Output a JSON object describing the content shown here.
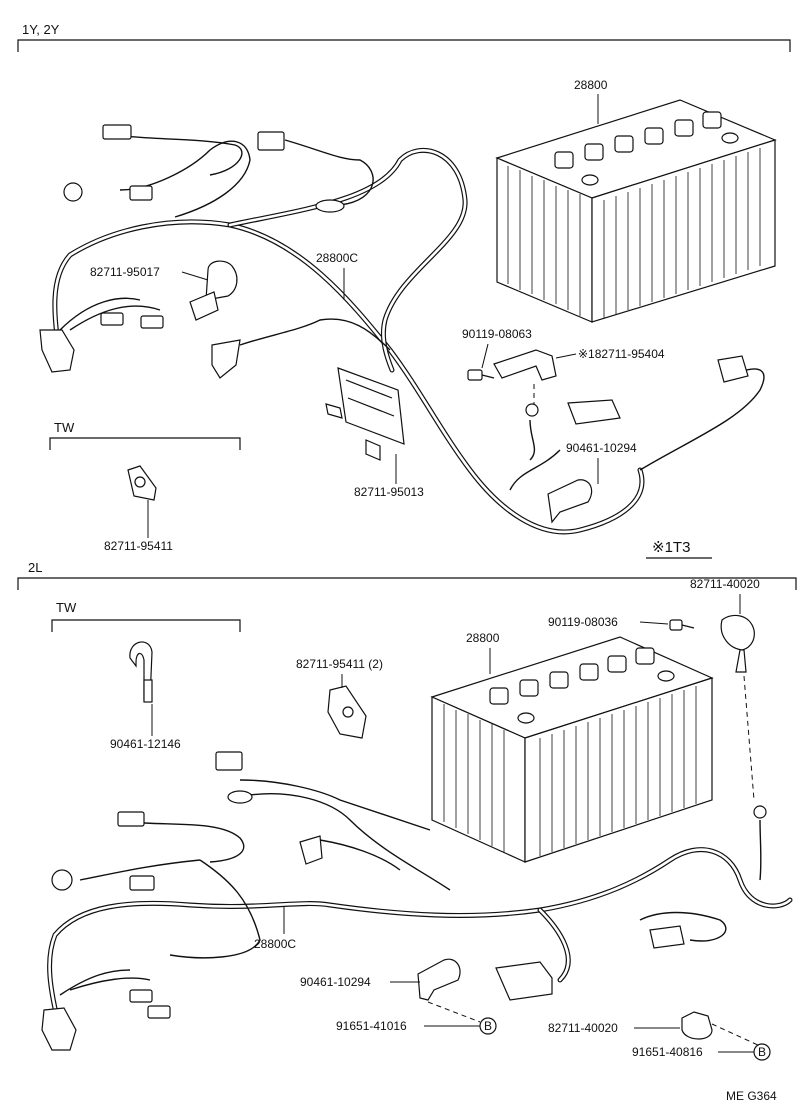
{
  "sections": {
    "top": "1Y, 2Y",
    "bottom": "2L",
    "tw_top": "TW",
    "tw_bottom": "TW",
    "note_mark": "※1T3"
  },
  "labels": {
    "battery_top": "28800",
    "harness_top": "28800C",
    "clamp_95017": "82711-95017",
    "bolt_08063": "90119-08063",
    "clamp_95404": "※182711-95404",
    "clamp_10294_top": "90461-10294",
    "bracket_95013": "82711-95013",
    "clamp_95411_top": "82711-95411",
    "clamp_40020_top": "82711-40020",
    "bolt_08036": "90119-08036",
    "battery_bottom": "28800",
    "clamp_95411_bottom": "82711-95411 (2)",
    "clamp_12146": "90461-12146",
    "harness_bottom": "28800C",
    "clamp_10294_bottom": "90461-10294",
    "nut_41016": "91651-41016",
    "clamp_40020_bottom": "82711-40020",
    "nut_40816": "91651-40816",
    "ref_b1": "B",
    "ref_b2": "B",
    "footer": "ME  G364"
  }
}
